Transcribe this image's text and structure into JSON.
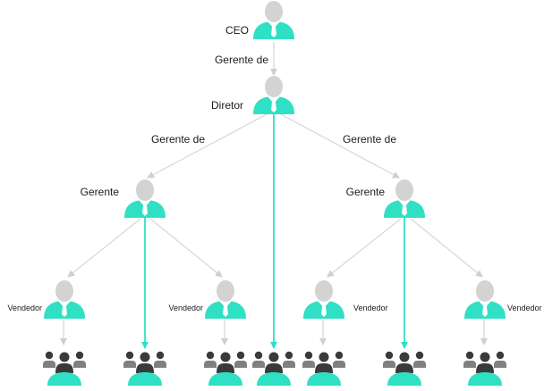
{
  "colors": {
    "accent": "#2fe0c4",
    "head": "#d3d3d3",
    "group_dark": "#3a3a3a",
    "group_mid": "#808080",
    "line_gray": "#d6d6d6"
  },
  "nodes": {
    "ceo": {
      "label": "CEO"
    },
    "diretor": {
      "label": "Diretor"
    },
    "gerente_left": {
      "label": "Gerente"
    },
    "gerente_right": {
      "label": "Gerente"
    },
    "vendedor_1": {
      "label": "Vendedor"
    },
    "vendedor_2": {
      "label": "Vendedor"
    },
    "vendedor_3": {
      "label": "Vendedor"
    },
    "vendedor_4": {
      "label": "Vendedor"
    }
  },
  "edge_labels": {
    "ceo_diretor": "Gerente de",
    "diretor_gerente_left": "Gerente de",
    "diretor_gerente_right": "Gerente de"
  }
}
